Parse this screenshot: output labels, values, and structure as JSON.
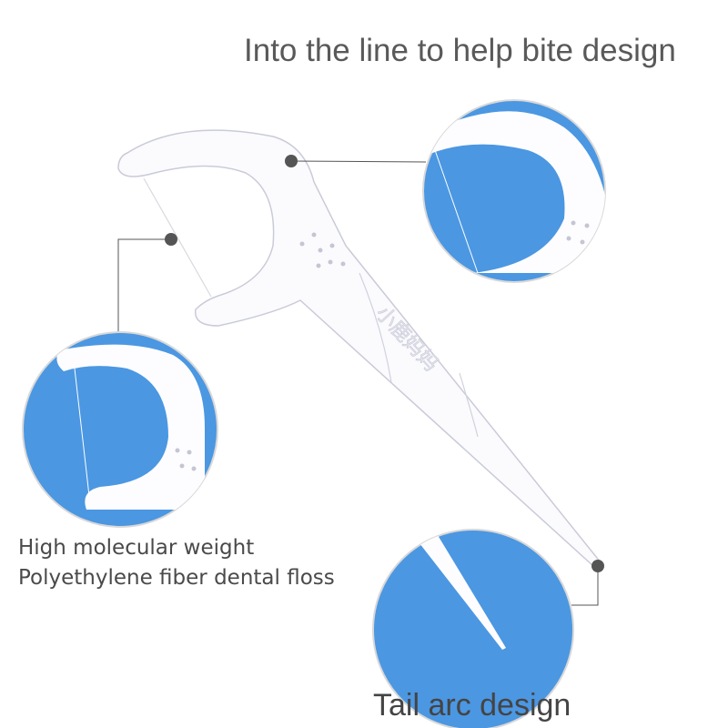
{
  "title": "Into the line to help bite design",
  "floss_label": {
    "line1": "High molecular weight",
    "line2": "Polyethylene fiber dental floss"
  },
  "tail_label": "Tail arc design",
  "product_logo_text": "小鹿妈妈",
  "colors": {
    "circle_blue": "#4b97e2",
    "text": "#555555",
    "connector": "#555555"
  }
}
